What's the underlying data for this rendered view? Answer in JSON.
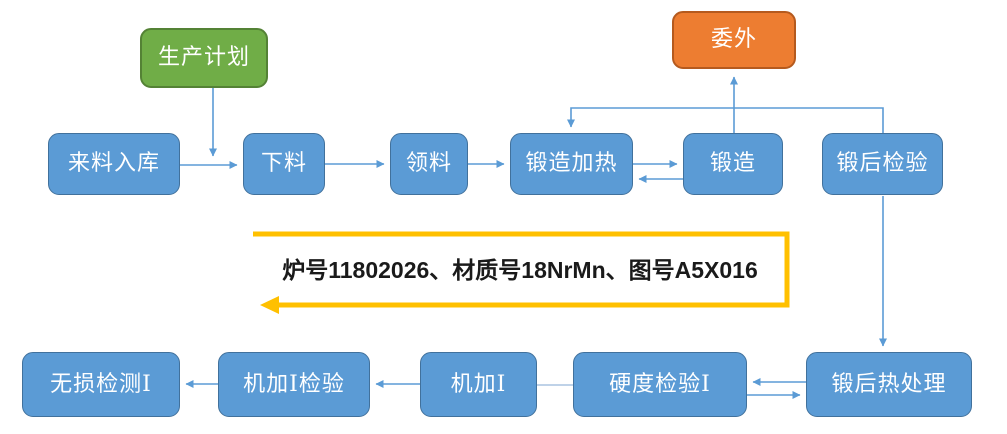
{
  "diagram": {
    "type": "flowchart",
    "description": "Forging production process flow"
  },
  "nodes": {
    "production_plan": {
      "label": "生产计划",
      "shape": "rounded-rect",
      "color": "#70AD47"
    },
    "outsourcing": {
      "label": "委外",
      "shape": "rounded-rect",
      "color": "#ED7D31"
    },
    "incoming_storage": {
      "label": "来料入库",
      "shape": "rounded-rect",
      "color": "#5B9BD5"
    },
    "cutting": {
      "label": "下料",
      "shape": "rounded-rect",
      "color": "#5B9BD5"
    },
    "material_pickup": {
      "label": "领料",
      "shape": "rounded-rect",
      "color": "#5B9BD5"
    },
    "forging_heating": {
      "label": "锻造加热",
      "shape": "rounded-rect",
      "color": "#5B9BD5"
    },
    "forging": {
      "label": "锻造",
      "shape": "rounded-rect",
      "color": "#5B9BD5"
    },
    "post_forge_inspection": {
      "label": "锻后检验",
      "shape": "rounded-rect",
      "color": "#5B9BD5"
    },
    "post_forge_heat_treatment": {
      "label": "锻后热处理",
      "shape": "rounded-rect",
      "color": "#5B9BD5"
    },
    "hardness_inspection_1": {
      "label": "硬度检验Ⅰ",
      "shape": "rounded-rect",
      "color": "#5B9BD5"
    },
    "machining_1": {
      "label": "机加Ⅰ",
      "shape": "rounded-rect",
      "color": "#5B9BD5"
    },
    "machining_1_inspection": {
      "label": "机加Ⅰ检验",
      "shape": "rounded-rect",
      "color": "#5B9BD5"
    },
    "ndt_1": {
      "label": "无损检测Ⅰ",
      "shape": "rounded-rect",
      "color": "#5B9BD5"
    }
  },
  "edges": [
    {
      "from": "production_plan",
      "to": "incoming_storage_to_cutting_connector",
      "direction": "down"
    },
    {
      "from": "incoming_storage",
      "to": "cutting",
      "direction": "right"
    },
    {
      "from": "cutting",
      "to": "material_pickup",
      "direction": "right"
    },
    {
      "from": "material_pickup",
      "to": "forging_heating",
      "direction": "right"
    },
    {
      "from": "forging_heating",
      "to": "forging",
      "direction": "right"
    },
    {
      "from": "forging",
      "to": "forging_heating",
      "direction": "left"
    },
    {
      "from": "forging",
      "to": "outsourcing",
      "direction": "up"
    },
    {
      "from": "forging",
      "to": "post_forge_inspection",
      "direction": "right"
    },
    {
      "from": "post_forge_inspection",
      "to": "forging_heating",
      "direction": "feedback-loop-top"
    },
    {
      "from": "post_forge_inspection",
      "to": "post_forge_heat_treatment",
      "direction": "down"
    },
    {
      "from": "post_forge_heat_treatment",
      "to": "hardness_inspection_1",
      "direction": "left"
    },
    {
      "from": "hardness_inspection_1",
      "to": "post_forge_heat_treatment",
      "direction": "right"
    },
    {
      "from": "hardness_inspection_1",
      "to": "machining_1",
      "direction": "plain-line"
    },
    {
      "from": "machining_1",
      "to": "machining_1_inspection",
      "direction": "left"
    },
    {
      "from": "machining_1_inspection",
      "to": "ndt_1",
      "direction": "left"
    }
  ],
  "annotation": {
    "text": "炉号11802026、材质号18NrMn、图号A5X016",
    "bracket_color": "#FFC000"
  },
  "colors": {
    "node_blue_fill": "#5B9BD5",
    "node_blue_border": "#41719C",
    "node_green_fill": "#70AD47",
    "node_green_border": "#548235",
    "node_orange_fill": "#ED7D31",
    "node_orange_border": "#B55A1E",
    "connector": "#5B9BD5",
    "connector_light": "#B6CCE4",
    "annotation_bracket": "#FFC000",
    "node_text": "#FFFFFF",
    "annotation_text": "#1A1A1A"
  }
}
